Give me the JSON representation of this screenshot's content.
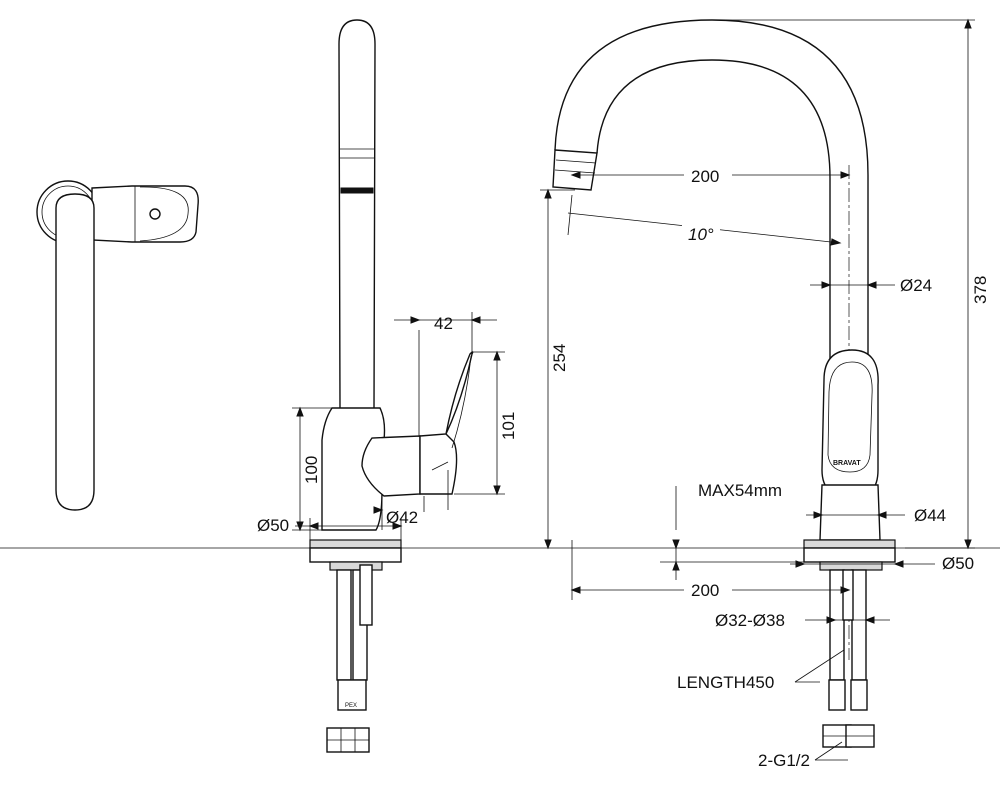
{
  "dimensions": {
    "d42_top": "42",
    "d101": "101",
    "d100": "100",
    "d50_left": "Ø50",
    "d42_bottom": "Ø42",
    "d254": "254",
    "d200_top": "200",
    "angle": "10°",
    "d24": "Ø24",
    "d378": "378",
    "max54": "MAX54mm",
    "d44": "Ø44",
    "d50_right": "Ø50",
    "d200_bottom": "200",
    "d32_38": "Ø32-Ø38",
    "length450": "LENGTH450",
    "g12": "2-G1/2"
  },
  "marks": {
    "brand": "BRAVAT",
    "hose_tag": "PEX"
  }
}
